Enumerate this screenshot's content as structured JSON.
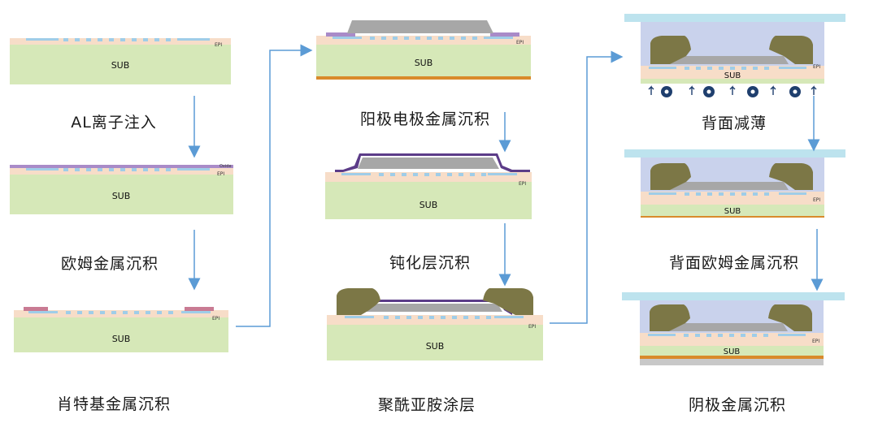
{
  "labels": {
    "sub": "SUB",
    "epi": "EPI",
    "oxide": "Oxide"
  },
  "steps": [
    {
      "caption": "AL离子注入"
    },
    {
      "caption": "欧姆金属沉积"
    },
    {
      "caption": "肖特基金属沉积"
    },
    {
      "caption": "阳极电极金属沉积"
    },
    {
      "caption": "钝化层沉积"
    },
    {
      "caption": "聚酰亚胺涂层"
    },
    {
      "caption": "背面减薄"
    },
    {
      "caption": "背面欧姆金属沉积"
    },
    {
      "caption": "阴极金属沉积"
    }
  ],
  "colors": {
    "sub": "#d6e8b8",
    "epi": "#f7ddc8",
    "implant": "#9fcde8",
    "ohmic": "#a98bc8",
    "schottky": "#c97b93",
    "anode": "#a7a7a7",
    "passivation": "#5c3c88",
    "polyimide": "#7c7746",
    "tape": "#bde3ee",
    "resin": "#c9d2ec",
    "cathode": "#d98a2b",
    "arrow": "#5b9bd5",
    "backside": "#1f3f6e"
  }
}
